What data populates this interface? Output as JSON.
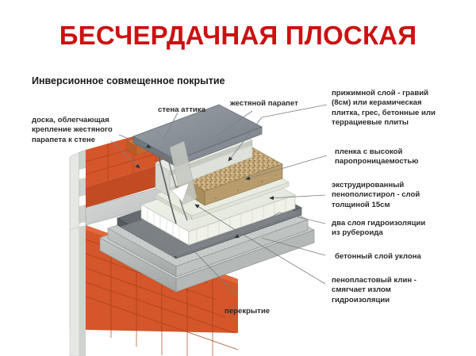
{
  "document": {
    "title": "БЕСЧЕРДАЧНАЯ ПЛОСКАЯ",
    "subtitle": "Инверсионное совмещенное покрытие"
  },
  "colors": {
    "title_red": "#cc1111",
    "brick": "#d4562a",
    "brick_dark": "#b8431f",
    "gravel": "#c4a878",
    "gravel_dark": "#a98d5e",
    "parapet_tin": "#8a9199",
    "insulation": "#f2f4ec",
    "membrane": "#6f7479",
    "concrete": "#c9cdcb",
    "plaster": "#d9dcd8",
    "wood_board": "#d2743a",
    "leader": "#7b8288",
    "text": "#2b2b2b"
  },
  "labels_left": [
    {
      "name": "board-fastening",
      "text": "доска, облегчающая\nкрепление жестяного\nпарапета к стене"
    },
    {
      "name": "attic-wall",
      "text": "стена аттика"
    },
    {
      "name": "tin-parapet",
      "text": "жестяной парапет"
    },
    {
      "name": "floor-slab",
      "text": "перекрытие"
    }
  ],
  "labels_right": [
    {
      "name": "ballast-gravel-layer",
      "text": "прижимной слой - гравий\n(8см) или керамическая\nплитка, грес, бетонные или\nтеррациевые плиты"
    },
    {
      "name": "vapour-permeable-film",
      "text": "пленка с высокой\nпаропроницаемостью"
    },
    {
      "name": "extruded-polystyrene",
      "text": "экструдированный\nпенополистирол - слой\nтолщиной 15см"
    },
    {
      "name": "two-waterproofing-layers",
      "text": "два слоя гидроизоляции\nиз рубероида"
    },
    {
      "name": "concrete-slope-layer",
      "text": "бетонный слой уклона"
    },
    {
      "name": "foam-wedge",
      "text": "пенопластовый клин -\nсмягчает излом\nгидроизоляции"
    }
  ]
}
